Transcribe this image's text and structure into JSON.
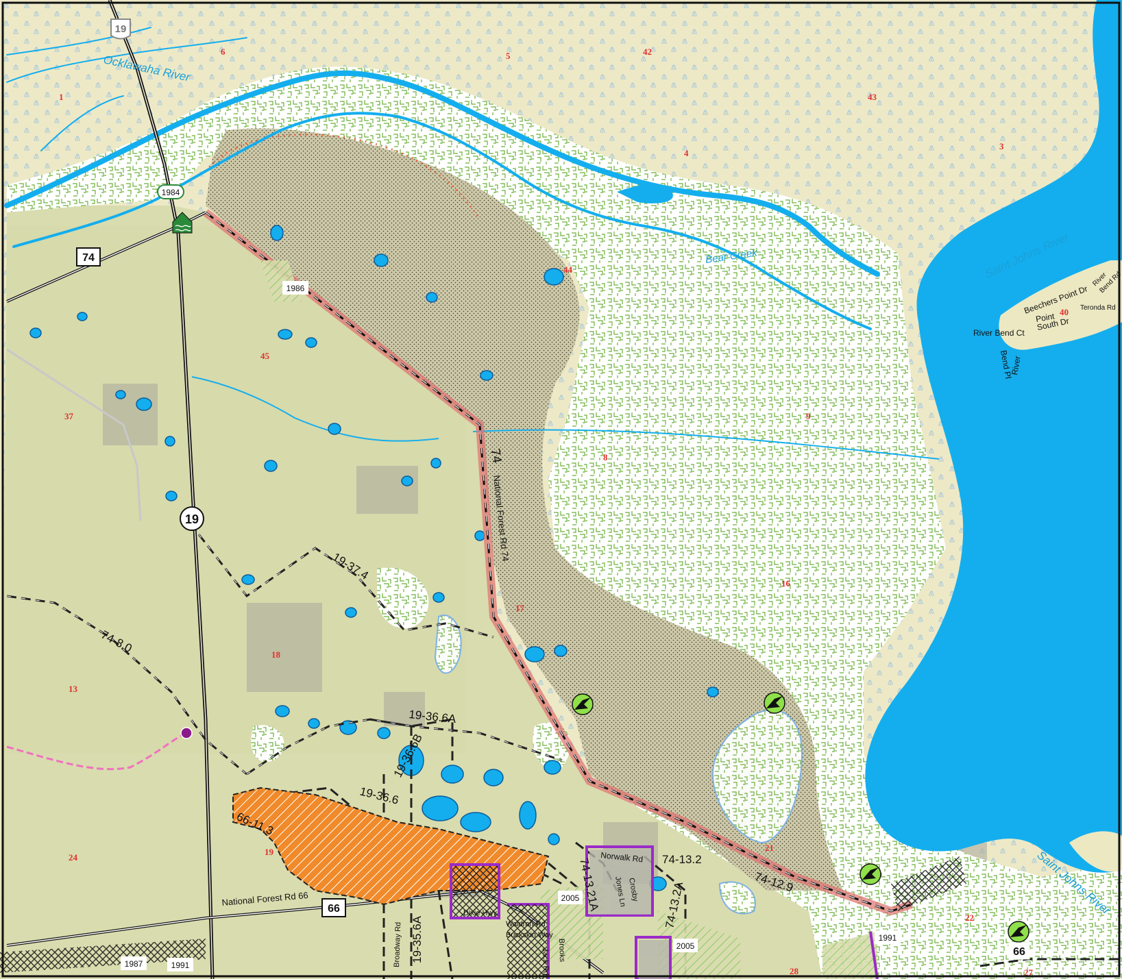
{
  "colors": {
    "land": "#ece8c2",
    "forest": "#d9dcae",
    "wetland": "#ffffff",
    "wetland_mark": "#6bb03a",
    "water": "#14aeee",
    "sand": "#c9c4a2",
    "road_route": "#c94a48",
    "trail": "#222222",
    "burn_area": "#f08a2a",
    "boundary_purple": "#9a2bc8",
    "wildlife": "#8fe04a"
  },
  "water_labels": {
    "ocklawaha": "Ocklawaha River",
    "bear_creek": "Bear Creek",
    "saint_johns_top": "Saint Johns River",
    "saint_johns_bottom": "Saint Johns River"
  },
  "shields": {
    "us19_top": "19",
    "us19_mid": "19",
    "r74": "74",
    "r66": "66",
    "r66_se": "66"
  },
  "route_labels": {
    "nf74_a": "74",
    "nf74_b": "National Forest Rd 74",
    "nf66": "National Forest Rd 66",
    "t19_37_4": "19-37.4",
    "t74_8_0": "74-8.0",
    "t19_36_6a": "19-36.6A",
    "t19_36_6b": "19-36.6B",
    "t19_36_6": "19-36.6",
    "t66_11_3": "66-11.3",
    "t74_13_2": "74-13.2",
    "t74_13_21a": "74-13.21A",
    "t74_13_2a": "74-13.2A",
    "t74_12_9": "74-12.9",
    "t19_35_6a": "19-35.6A"
  },
  "year_tags": {
    "y1984": "1984",
    "y1986": "1986",
    "y2005a": "2005",
    "y2005b": "2005",
    "y1991a": "1991",
    "y1987": "1987",
    "y1991b": "1991"
  },
  "sections": {
    "s1": "1",
    "s6": "6",
    "s5": "5",
    "s42": "42",
    "s43": "43",
    "s4": "4",
    "s3": "3",
    "s44": "44",
    "s45": "45",
    "s37": "37",
    "s9": "9",
    "s8": "8",
    "s16": "16",
    "s17": "17",
    "s18": "18",
    "s13": "13",
    "s24": "24",
    "s22": "22",
    "s40": "40",
    "s27": "27",
    "s19": "19",
    "s21": "21",
    "s28": "28"
  },
  "streets": {
    "beechers": "Beechers Point Dr",
    "river_bend_rd_a": "River",
    "river_bend_rd_b": "Bend Rd",
    "teronda": "Teronda Rd",
    "point": "Point",
    "river_bend_ct": "River Bend Ct",
    "south_dr": "South Dr",
    "bend_pl_a": "Bend Pl",
    "river_v": "River",
    "norwalk": "Norwalk Rd",
    "jones": "Jones Ln",
    "crosby": "Crosby",
    "broadway": "Broadway Rd",
    "dixie": "Dixie Hwy",
    "waldron": "Waldron Rd",
    "buckskin": "Buckskin Way",
    "jack": "Jack Rd",
    "brooks": "Brooks"
  }
}
